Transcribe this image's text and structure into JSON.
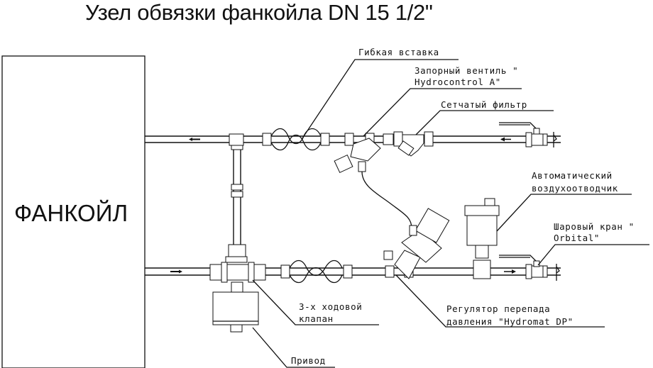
{
  "title": "Узел обвязки фанкойла DN 15  1/2\"",
  "fancoil_label": "ФАНКОЙЛ",
  "labels": {
    "flexible_insert": "Гибкая вставка",
    "shutoff_valve_line1": "Запорный вентиль \"",
    "shutoff_valve_line2": "Hydrocontrol A\"",
    "strainer": "Сетчатый фильтр",
    "air_vent_line1": "Автоматический",
    "air_vent_line2": "воздухоотводчик",
    "ball_valve_line1": "Шаровый кран \"",
    "ball_valve_line2": "Orbital\"",
    "three_way_valve_line1": "3-х ходовой",
    "three_way_valve_line2": "клапан",
    "dp_regulator_line1": "Регулятор перепада",
    "dp_regulator_line2": "давления \"Hydromat DP\"",
    "actuator": "Привод"
  },
  "flow_direction": {
    "return_line": "left",
    "supply_line": "right"
  }
}
